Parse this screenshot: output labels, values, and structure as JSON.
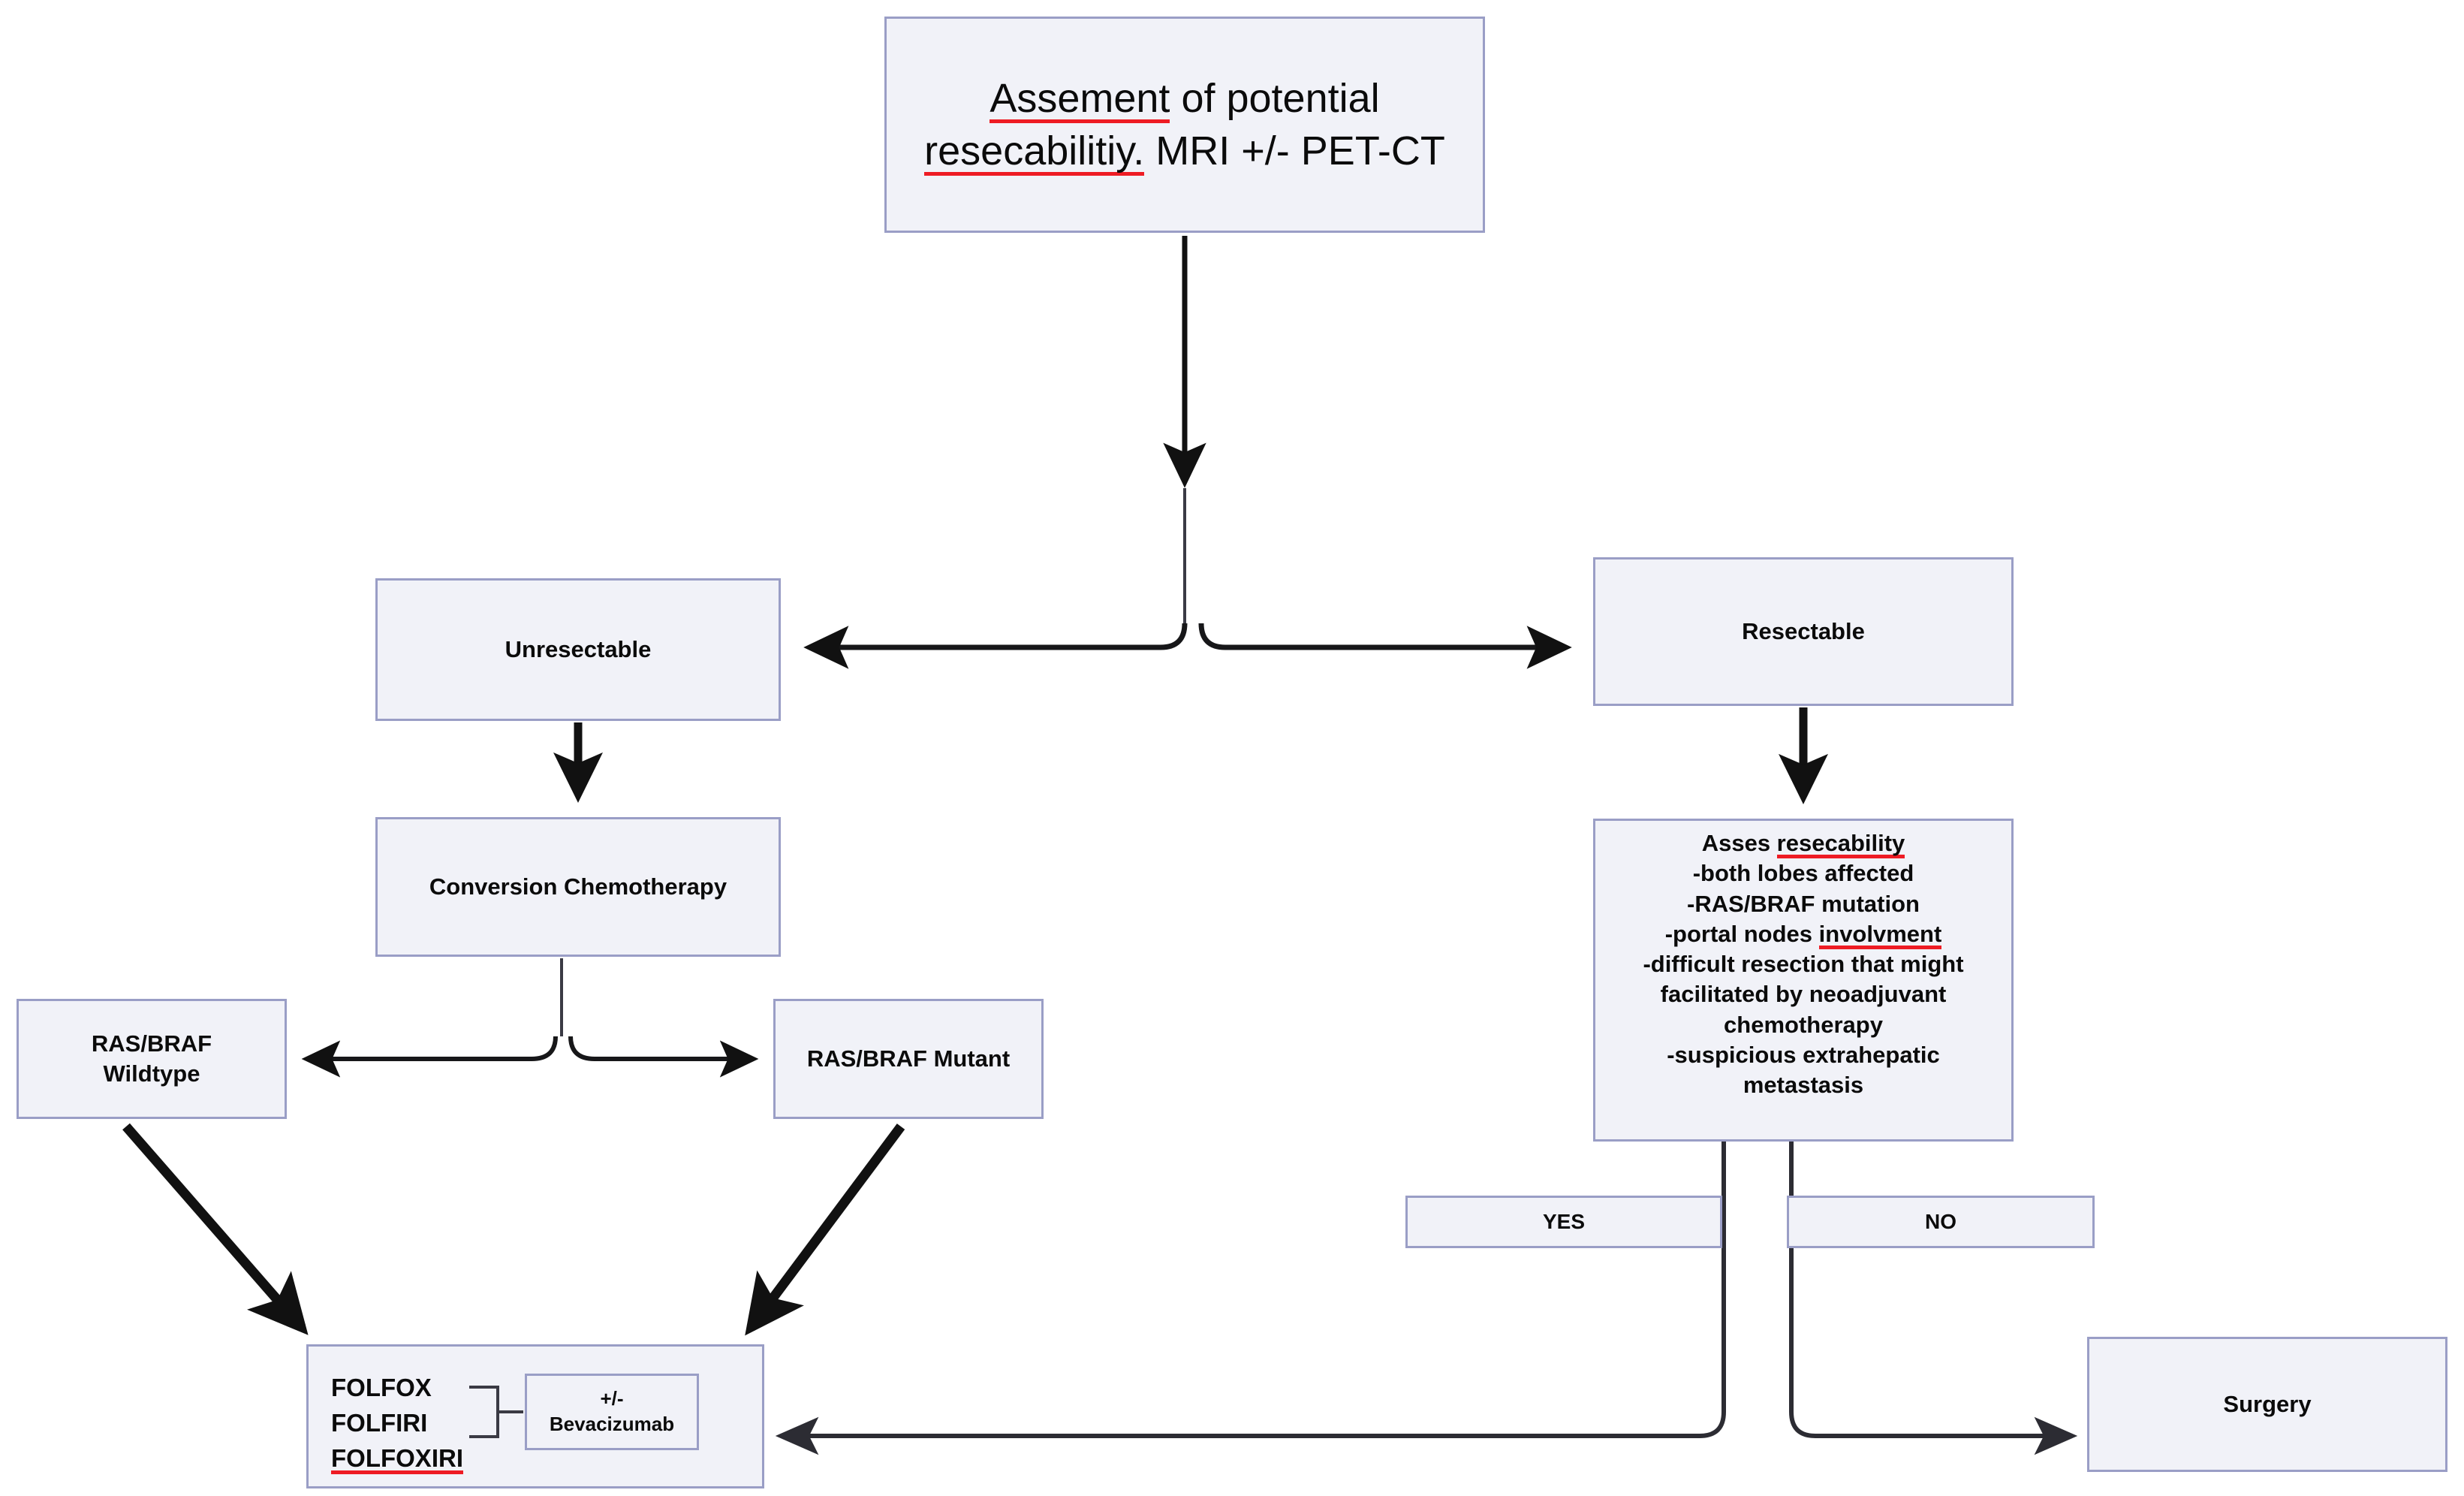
{
  "diagram": {
    "title": "Colorectal liver metastases management flowchart",
    "colors": {
      "node_fill": "#f1f2f8",
      "node_border": "#9a9ec6",
      "edge": "#111111",
      "spellcheck_underline": "#ee1c24",
      "background": "#ffffff"
    }
  },
  "nodes": {
    "assessment": {
      "line1_misspelled": "Assement",
      "line1_rest": " of potential",
      "line2_misspelled": "resecabilitiy.",
      "line2_rest": " MRI +/- PET-CT"
    },
    "unresectable": {
      "label": "Unresectable"
    },
    "resectable": {
      "label": "Resectable"
    },
    "conversion": {
      "label": "Conversion Chemotherapy"
    },
    "asses": {
      "heading_prefix": "Asses ",
      "heading_misspelled": "resecability",
      "bullets": [
        "-both lobes affected",
        "-RAS/BRAF mutation"
      ],
      "bullet_portal_prefix": "-portal nodes ",
      "bullet_portal_misspelled": "involvment",
      "bullets_tail": [
        "-difficult resection that might",
        "facilitated by neoadjuvant",
        "chemotherapy",
        "-suspicious extrahepatic",
        "metastasis"
      ]
    },
    "wildtype": {
      "line1": "RAS/BRAF",
      "line2": "Wildtype"
    },
    "mutant": {
      "label": "RAS/BRAF Mutant"
    },
    "yes": {
      "label": "YES"
    },
    "no": {
      "label": "NO"
    },
    "surgery": {
      "label": "Surgery"
    },
    "chemo": {
      "regimen1": "FOLFOX",
      "regimen2": "FOLFIRI",
      "regimen3_misspelled": "FOLFOXIRI",
      "bevacizumab_line1": "+/-",
      "bevacizumab_line2": "Bevacizumab"
    }
  },
  "edges": [
    {
      "name": "assessment-to-split",
      "from": "assessment",
      "to": "branch-point"
    },
    {
      "name": "split-to-unresectable",
      "from": "branch-point",
      "to": "unresectable"
    },
    {
      "name": "split-to-resectable",
      "from": "branch-point",
      "to": "resectable"
    },
    {
      "name": "unresectable-to-conversion",
      "from": "unresectable",
      "to": "conversion"
    },
    {
      "name": "resectable-to-asses",
      "from": "resectable",
      "to": "asses"
    },
    {
      "name": "conversion-to-wildtype",
      "from": "conversion",
      "to": "wildtype"
    },
    {
      "name": "conversion-to-mutant",
      "from": "conversion",
      "to": "mutant"
    },
    {
      "name": "wildtype-to-chemo",
      "from": "wildtype",
      "to": "chemo"
    },
    {
      "name": "mutant-to-chemo",
      "from": "mutant",
      "to": "chemo"
    },
    {
      "name": "asses-yes-to-chemo",
      "from": "asses",
      "to": "chemo",
      "label": "YES"
    },
    {
      "name": "asses-no-to-surgery",
      "from": "asses",
      "to": "surgery",
      "label": "NO"
    }
  ]
}
